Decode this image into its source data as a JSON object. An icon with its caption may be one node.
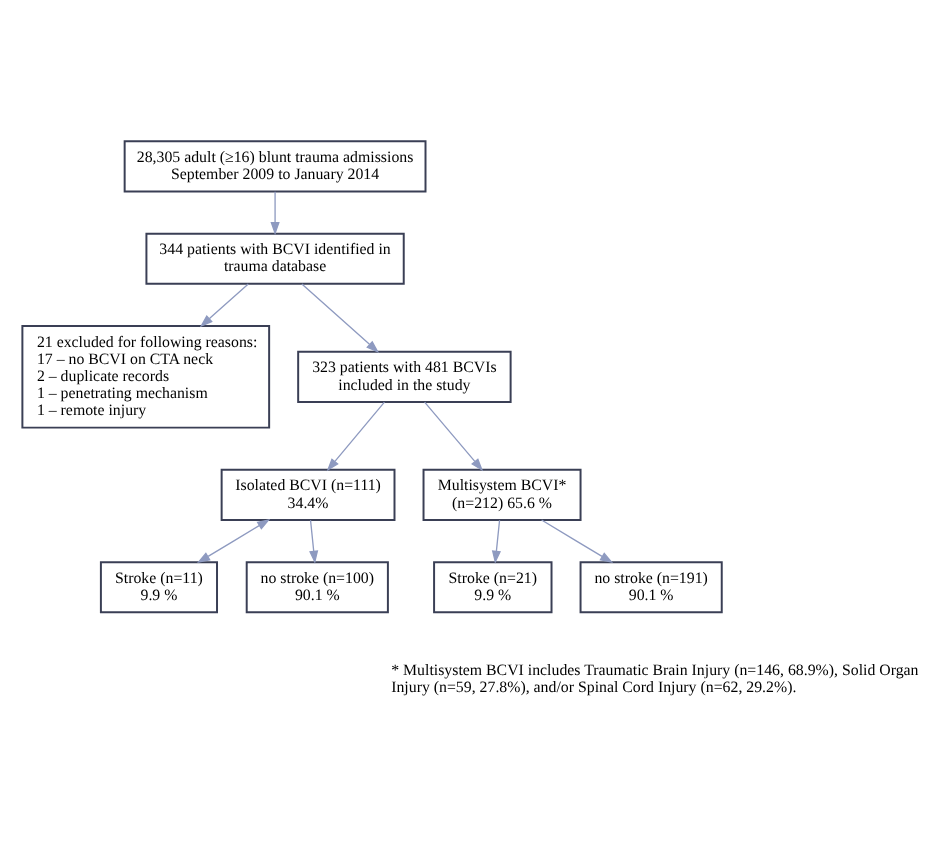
{
  "diagram": {
    "nodes": [
      {
        "text": [
          "28,305 adult (≥16) blunt trauma admissions September 2009 to January 2014"
        ]
      },
      {
        "text": [
          "344 patients with BCVI identified in trauma database"
        ]
      },
      {
        "text": [
          "21 excluded for following reasons:",
          "17 – no BCVI on CTA neck",
          "2 – duplicate records",
          "1 – penetrating mechanism",
          "1 – remote injury"
        ]
      },
      {
        "text": [
          "323 patients with 481 BCVIs included in the study"
        ]
      },
      {
        "text": [
          "Isolated BCVI (n=111) 34.4%"
        ]
      },
      {
        "text": [
          "Multisystem BCVI* (n=212) 65.6 %"
        ]
      },
      {
        "text": [
          "Stroke (n=11) 9.9 %"
        ]
      },
      {
        "text": [
          "no stroke (n=100) 90.1 %"
        ]
      },
      {
        "text": [
          "Stroke (n=21) 9.9 %"
        ]
      },
      {
        "text": [
          "no stroke (n=191) 90.1 %"
        ]
      }
    ],
    "edges": [
      {
        "from": 0,
        "to": 1,
        "arrow": "to"
      },
      {
        "from": 1,
        "to": 2,
        "arrow": "to"
      },
      {
        "from": 1,
        "to": 3,
        "arrow": "to"
      },
      {
        "from": 3,
        "to": 4,
        "arrow": "to"
      },
      {
        "from": 3,
        "to": 5,
        "arrow": "to"
      },
      {
        "from": 4,
        "to": 6,
        "arrow": "both"
      },
      {
        "from": 4,
        "to": 7,
        "arrow": "to"
      },
      {
        "from": 5,
        "to": 8,
        "arrow": "to"
      },
      {
        "from": 5,
        "to": 9,
        "arrow": "to"
      }
    ],
    "labels": [
      "* Multisystem BCVI includes Traumatic Brain Injury (n=146, 68.9%), Solid Organ Injury (n=59, 27.8%), and/or Spinal Cord Injury (n=62, 29.2%)."
    ]
  }
}
